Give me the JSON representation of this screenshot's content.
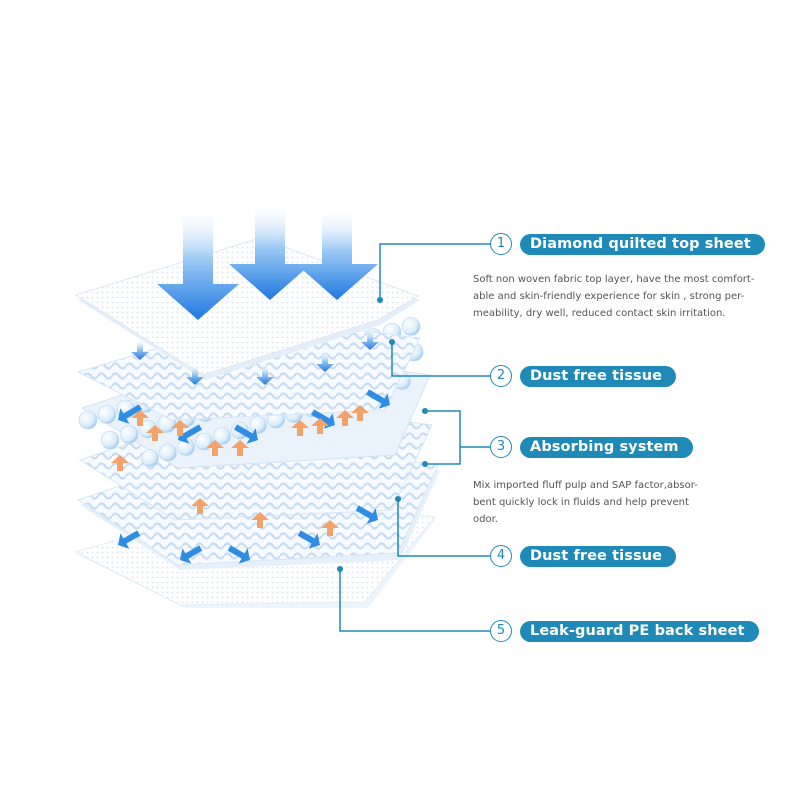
{
  "layers": [
    {
      "number": "1",
      "label": "Diamond quilted top sheet"
    },
    {
      "number": "2",
      "label": "Dust free tissue"
    },
    {
      "number": "3",
      "label": "Absorbing system"
    },
    {
      "number": "4",
      "label": "Dust free tissue"
    },
    {
      "number": "5",
      "label": "Leak-guard PE back sheet"
    }
  ],
  "descriptions": {
    "top_sheet": [
      "Soft non woven fabric top layer, have the most comfort-",
      "able and skin-friendly experience for skin , strong per-",
      "meability, dry well, reduced contact skin irritation."
    ],
    "absorbing_system": [
      "Mix imported fluff pulp and SAP factor,absor-",
      "bent quickly lock in fluids and help prevent",
      "odor."
    ]
  },
  "colors": {
    "accent": "#1f8ab8",
    "arrow_blue": "#2f8de4",
    "arrow_orange": "#f5a26a",
    "sheet_white": "#ffffff",
    "sheet_shadow": "#dbe7f5"
  }
}
